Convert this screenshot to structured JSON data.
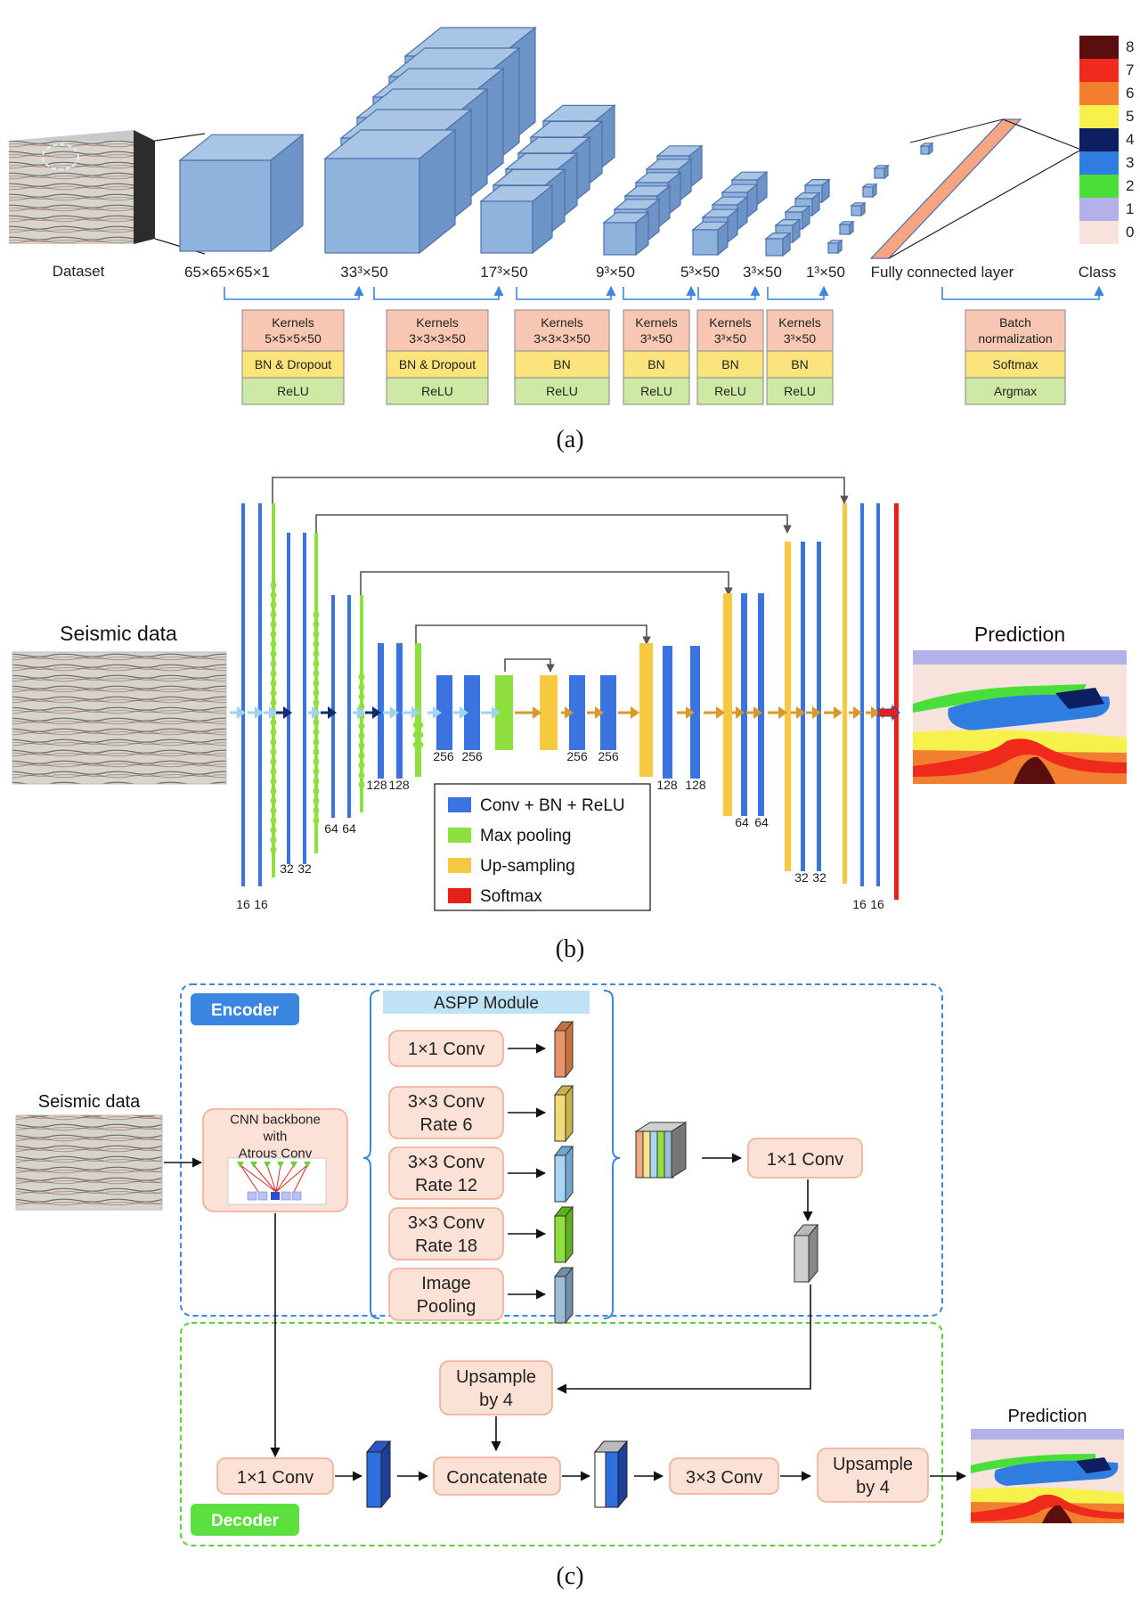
{
  "captions": {
    "a": "(a)",
    "b": "(b)",
    "c": "(c)"
  },
  "panel_a": {
    "dataset_label": "Dataset",
    "dims": [
      "65×65×65×1",
      "33³×50",
      "17³×50",
      "9³×50",
      "5³×50",
      "3³×50",
      "1³×50",
      "Fully connected layer",
      "Class"
    ],
    "blocks": [
      {
        "kernels": "Kernels\n5×5×5×50",
        "mid": "BN & Dropout",
        "act": "ReLU"
      },
      {
        "kernels": "Kernels\n3×3×3×50",
        "mid": "BN & Dropout",
        "act": "ReLU"
      },
      {
        "kernels": "Kernels\n3×3×3×50",
        "mid": "BN",
        "act": "ReLU"
      },
      {
        "kernels": "Kernels\n3³×50",
        "mid": "BN",
        "act": "ReLU"
      },
      {
        "kernels": "Kernels\n3³×50",
        "mid": "BN",
        "act": "ReLU"
      },
      {
        "kernels": "Kernels\n3³×50",
        "mid": "BN",
        "act": "ReLU"
      },
      {
        "kernels": "Batch\nnormalization",
        "mid": "Softmax",
        "act": "Argmax"
      }
    ],
    "class_colors": [
      "#f7e2dc",
      "#b3b1ea",
      "#4ade3a",
      "#2f7de0",
      "#0e1f61",
      "#f7f24b",
      "#f27f2f",
      "#ef2a1c",
      "#5a0e0e"
    ],
    "class_labels": [
      "0",
      "1",
      "2",
      "3",
      "4",
      "5",
      "6",
      "7",
      "8"
    ]
  },
  "panel_b": {
    "input_label": "Seismic data",
    "output_label": "Prediction",
    "channel_labels": [
      "16",
      "16",
      "32",
      "32",
      "64",
      "64",
      "128",
      "128",
      "256",
      "256",
      "256",
      "256",
      "128",
      "128",
      "64",
      "64",
      "32",
      "32",
      "16",
      "16"
    ],
    "legend": [
      {
        "label": "Conv + BN + ReLU",
        "color": "#3b73e0"
      },
      {
        "label": "Max pooling",
        "color": "#8ee03c"
      },
      {
        "label": "Up-sampling",
        "color": "#f7c940"
      },
      {
        "label": "Softmax",
        "color": "#e8201a"
      }
    ]
  },
  "panel_c": {
    "encoder_label": "Encoder",
    "decoder_label": "Decoder",
    "input_label": "Seismic data",
    "backbone": "CNN backbone\nwith\nAtrous Conv",
    "aspp_title": "ASPP Module",
    "aspp_branches": [
      "1×1 Conv",
      "3×3 Conv\nRate 6",
      "3×3 Conv\nRate 12",
      "3×3 Conv\nRate 18",
      "Image\nPooling"
    ],
    "encoder_out": "1×1 Conv",
    "upsample1": "Upsample\nby 4",
    "decoder_conv": "1×1 Conv",
    "concat": "Concatenate",
    "conv3": "3×3 Conv",
    "upsample2": "Upsample\nby 4",
    "output_label": "Prediction"
  }
}
